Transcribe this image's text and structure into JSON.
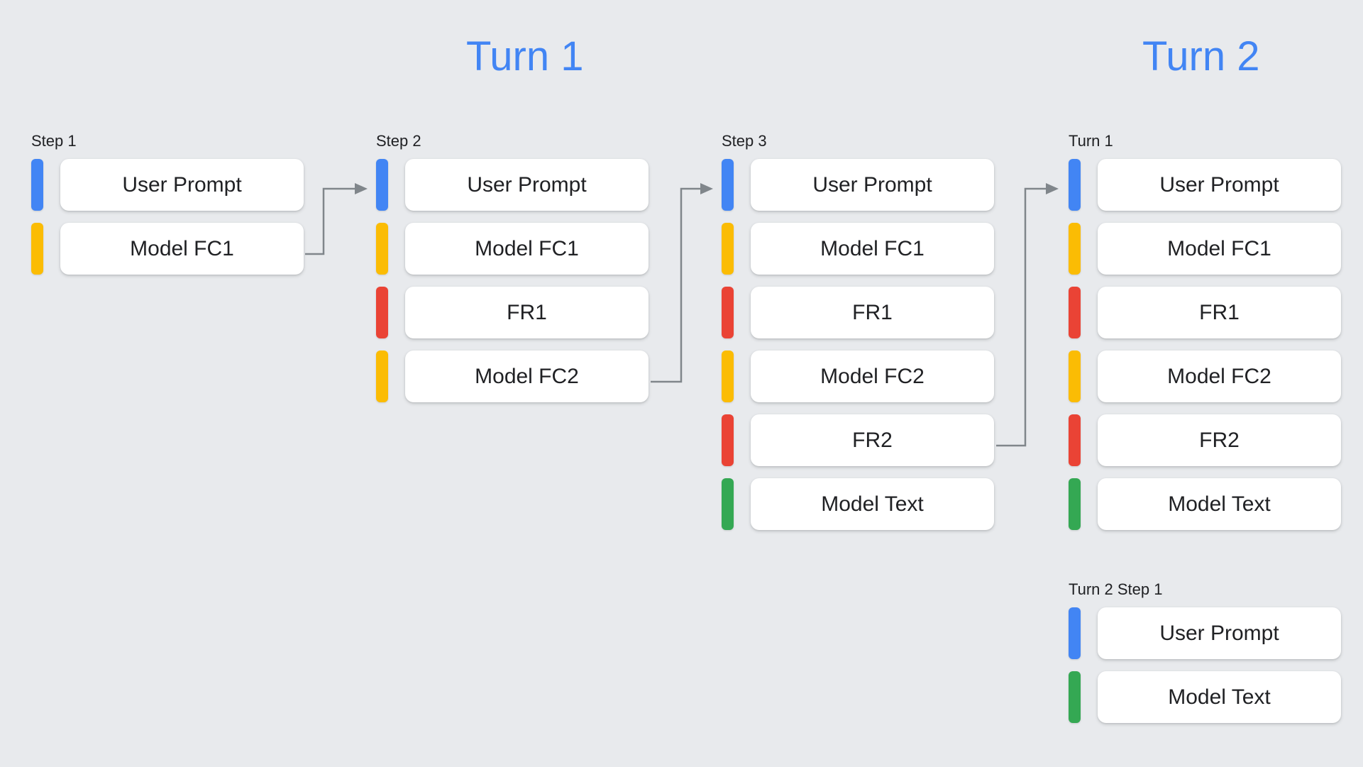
{
  "background_color": "#e8eaed",
  "palette": {
    "blue": "#4285f4",
    "yellow": "#fbbc04",
    "red": "#ea4335",
    "green": "#34a853",
    "card_bg": "#ffffff",
    "text": "#202124",
    "connector": "#80868b"
  },
  "sections": [
    {
      "title": "Turn 1"
    },
    {
      "title": "Turn 2"
    }
  ],
  "columns": [
    {
      "label": "Step 1",
      "rows": [
        {
          "color": "blue",
          "text": "User Prompt"
        },
        {
          "color": "yellow",
          "text": "Model FC1"
        }
      ]
    },
    {
      "label": "Step 2",
      "rows": [
        {
          "color": "blue",
          "text": "User Prompt"
        },
        {
          "color": "yellow",
          "text": "Model FC1"
        },
        {
          "color": "red",
          "text": "FR1"
        },
        {
          "color": "yellow",
          "text": "Model FC2"
        }
      ]
    },
    {
      "label": "Step 3",
      "rows": [
        {
          "color": "blue",
          "text": "User Prompt"
        },
        {
          "color": "yellow",
          "text": "Model FC1"
        },
        {
          "color": "red",
          "text": "FR1"
        },
        {
          "color": "yellow",
          "text": "Model FC2"
        },
        {
          "color": "red",
          "text": "FR2"
        },
        {
          "color": "green",
          "text": "Model Text"
        }
      ]
    },
    {
      "label": "Turn 1",
      "rows": [
        {
          "color": "blue",
          "text": "User Prompt"
        },
        {
          "color": "yellow",
          "text": "Model FC1"
        },
        {
          "color": "red",
          "text": "FR1"
        },
        {
          "color": "yellow",
          "text": "Model FC2"
        },
        {
          "color": "red",
          "text": "FR2"
        },
        {
          "color": "green",
          "text": "Model Text"
        }
      ]
    },
    {
      "label": "Turn 2 Step 1",
      "rows": [
        {
          "color": "blue",
          "text": "User Prompt"
        },
        {
          "color": "green",
          "text": "Model Text"
        }
      ]
    }
  ],
  "connectors": [
    {
      "from": "step-1-model-fc1",
      "to": "step-2-user-prompt"
    },
    {
      "from": "step-2-model-fc2",
      "to": "step-3-user-prompt"
    },
    {
      "from": "step-3-fr2",
      "to": "turn-1-user-prompt"
    }
  ]
}
